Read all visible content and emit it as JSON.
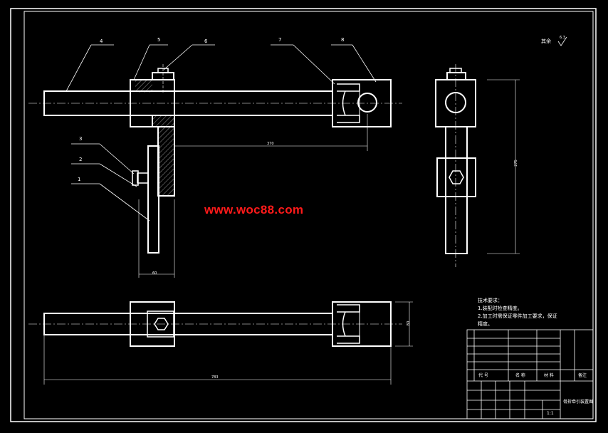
{
  "watermark": "www.woc88.com",
  "roughness": "其余",
  "roughness_value": "6.3",
  "balloons": [
    "1",
    "2",
    "3",
    "4",
    "5",
    "6",
    "7",
    "8"
  ],
  "dims": {
    "top_length": "370",
    "clamp_width": "60",
    "right_height": "275",
    "bottom_length": "783",
    "bottom_height": "80"
  },
  "notes": {
    "title": "技术要求：",
    "line1": "1.装配时检查精度。",
    "line2": "2.加工时需保证零件加工要求，保证",
    "line3": "精度。"
  },
  "title_block": {
    "col_code": "代 号",
    "col_name": "名 称",
    "col_material": "材 料",
    "col_remark": "备注",
    "drawing_title": "骨折牵引装置图",
    "scale": "1:1"
  }
}
